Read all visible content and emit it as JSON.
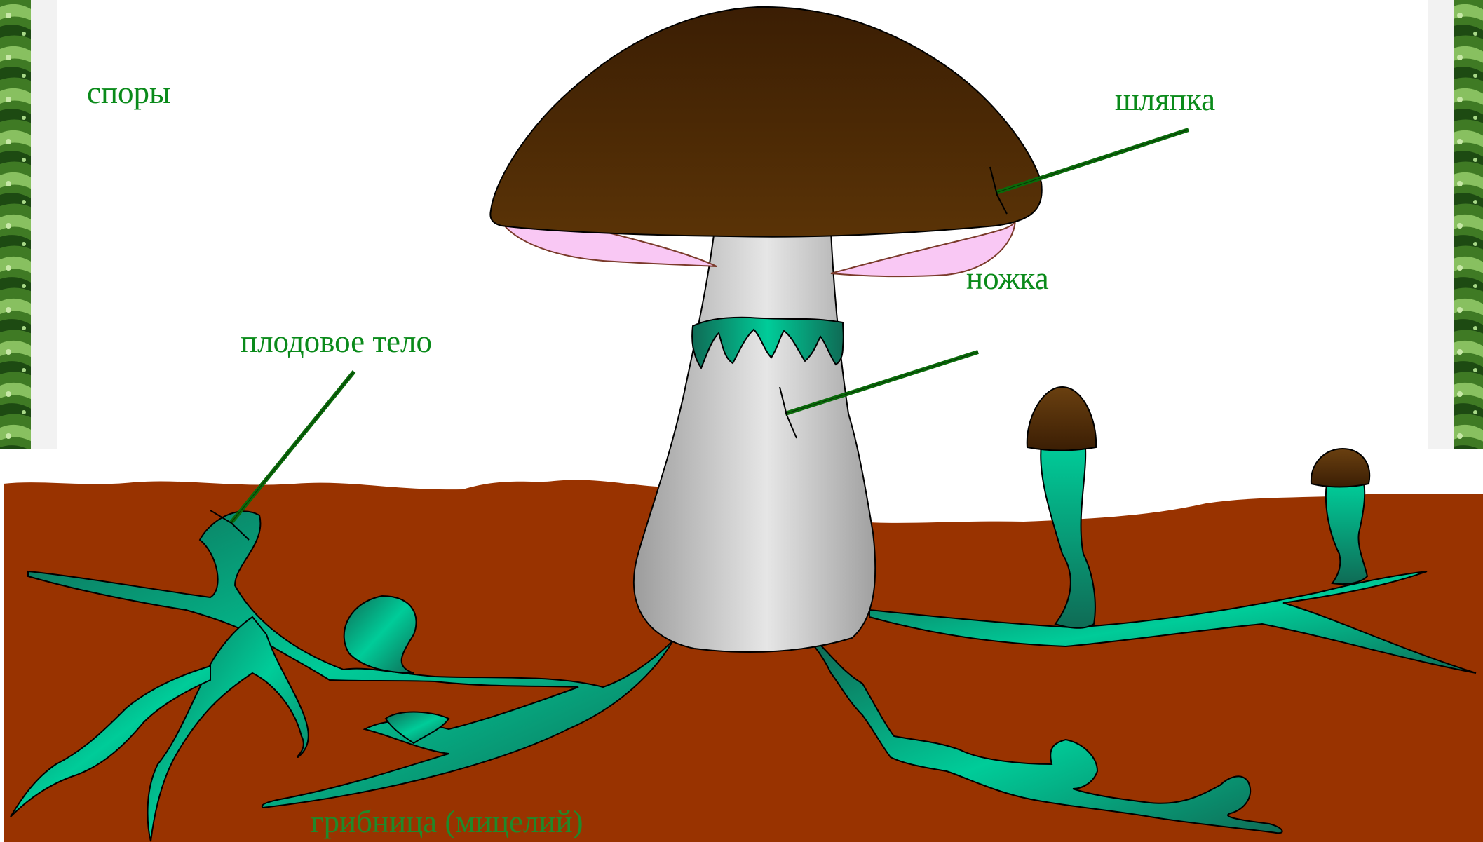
{
  "labels": {
    "spores": "споры",
    "cap": "шляпка",
    "stem": "ножка",
    "fruiting_body": "плодовое тело",
    "mycelium": "грибница (мицелий)"
  },
  "colors": {
    "label_text": "#0a8a1a",
    "mycelium_label_text": "#1f8a2a",
    "soil": "#993300",
    "cap_top": "#3b1e04",
    "cap_bottom": "#5a3306",
    "stem_light": "#e6e6e6",
    "stem_dark": "#9c9c9c",
    "gills": "#f9c8f4",
    "mycelium_light": "#00cc99",
    "mycelium_dark": "#0f6b55",
    "pointer": "#0a6a0a",
    "border_green": "#2e6b1c"
  },
  "icons": [
    "mushroom-diagram"
  ]
}
